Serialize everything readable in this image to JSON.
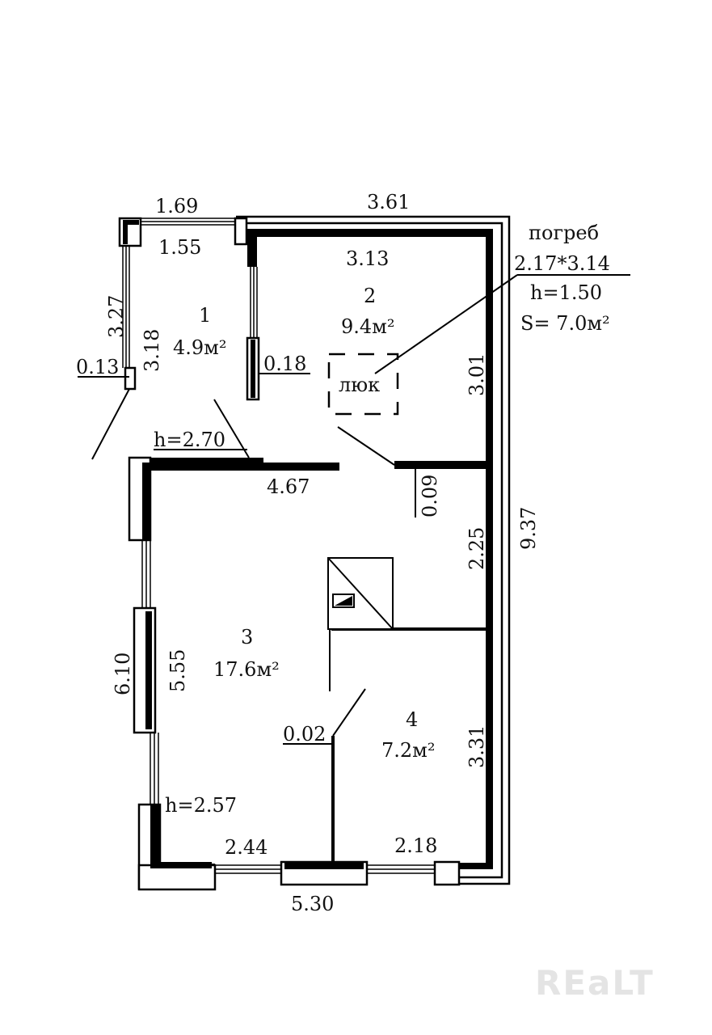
{
  "dimensions": {
    "top_left_outer": "1.69",
    "top_right_outer": "3.61",
    "porch_inner_width": "1.55",
    "room2_width": "3.13",
    "porch_outer_height": "3.27",
    "porch_inner_height": "3.18",
    "porch_wall": "0.13",
    "partition_thickness": "0.18",
    "room2_height": "3.01",
    "room3_top_width": "4.67",
    "partition_step": "0.09",
    "right_inner_segment": "2.25",
    "total_height": "9.37",
    "room3_left_outer": "6.10",
    "room3_left_inner": "5.55",
    "room4_partition": "0.02",
    "room4_height": "3.31",
    "bottom_left_inner": "2.44",
    "bottom_right_inner": "2.18",
    "bottom_outer": "5.30"
  },
  "rooms": [
    {
      "number": "1",
      "area": "4.9м²"
    },
    {
      "number": "2",
      "area": "9.4м²"
    },
    {
      "number": "3",
      "area": "17.6м²"
    },
    {
      "number": "4",
      "area": "7.2м²"
    }
  ],
  "heights": {
    "upper": "h=2.70",
    "lower": "h=2.57"
  },
  "cellar": {
    "title": "погреб",
    "size": "2.17*3.14",
    "height": "h=1.50",
    "area": "S= 7.0м²",
    "hatch_label": "люк"
  },
  "watermark": "REaLT"
}
